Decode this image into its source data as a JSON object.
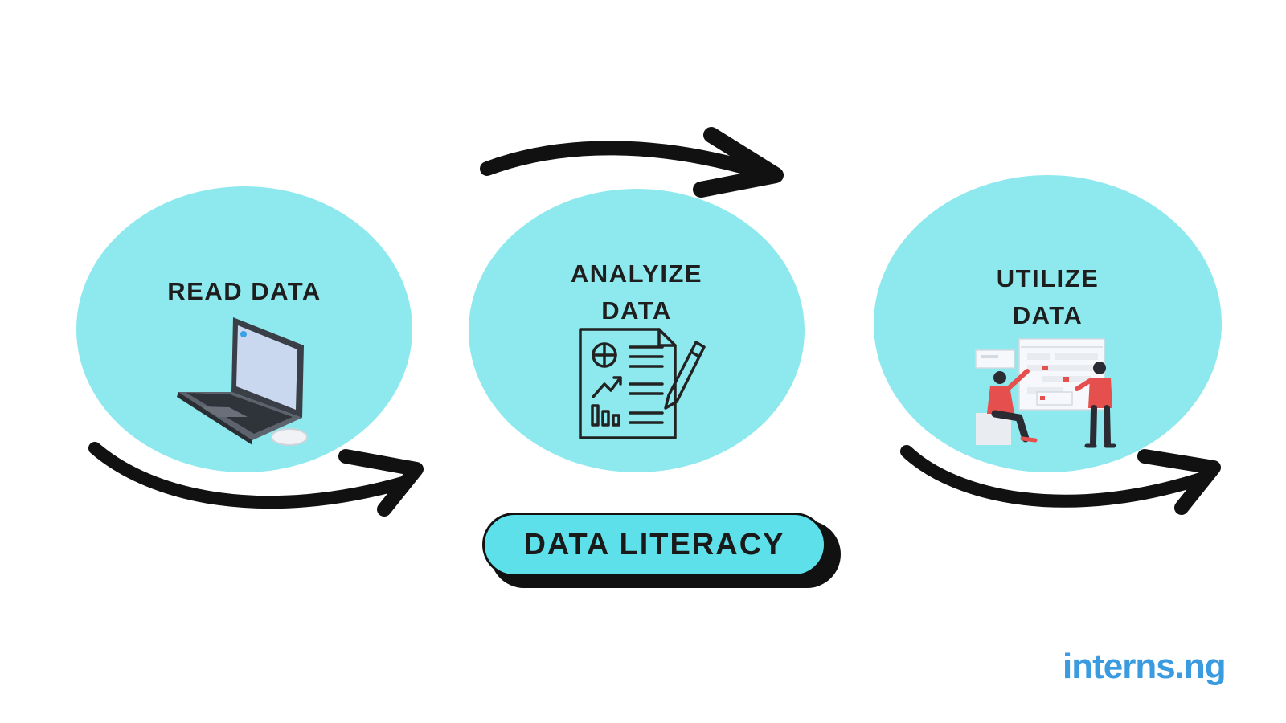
{
  "steps": [
    {
      "label_line1": "READ DATA",
      "label_line2": "",
      "icon": "laptop-icon"
    },
    {
      "label_line1": "ANALYIZE",
      "label_line2": "DATA",
      "icon": "report-document-icon"
    },
    {
      "label_line1": "UTILIZE",
      "label_line2": "DATA",
      "icon": "team-dashboard-icon"
    }
  ],
  "badge": {
    "label": "DATA LITERACY"
  },
  "logo": {
    "text": "interns.ng"
  },
  "colors": {
    "circle": "#8ee9ee",
    "badge": "#5ee0ea",
    "arrow": "#111111",
    "logo": "#3a9be0",
    "accent_red": "#e5504f"
  }
}
